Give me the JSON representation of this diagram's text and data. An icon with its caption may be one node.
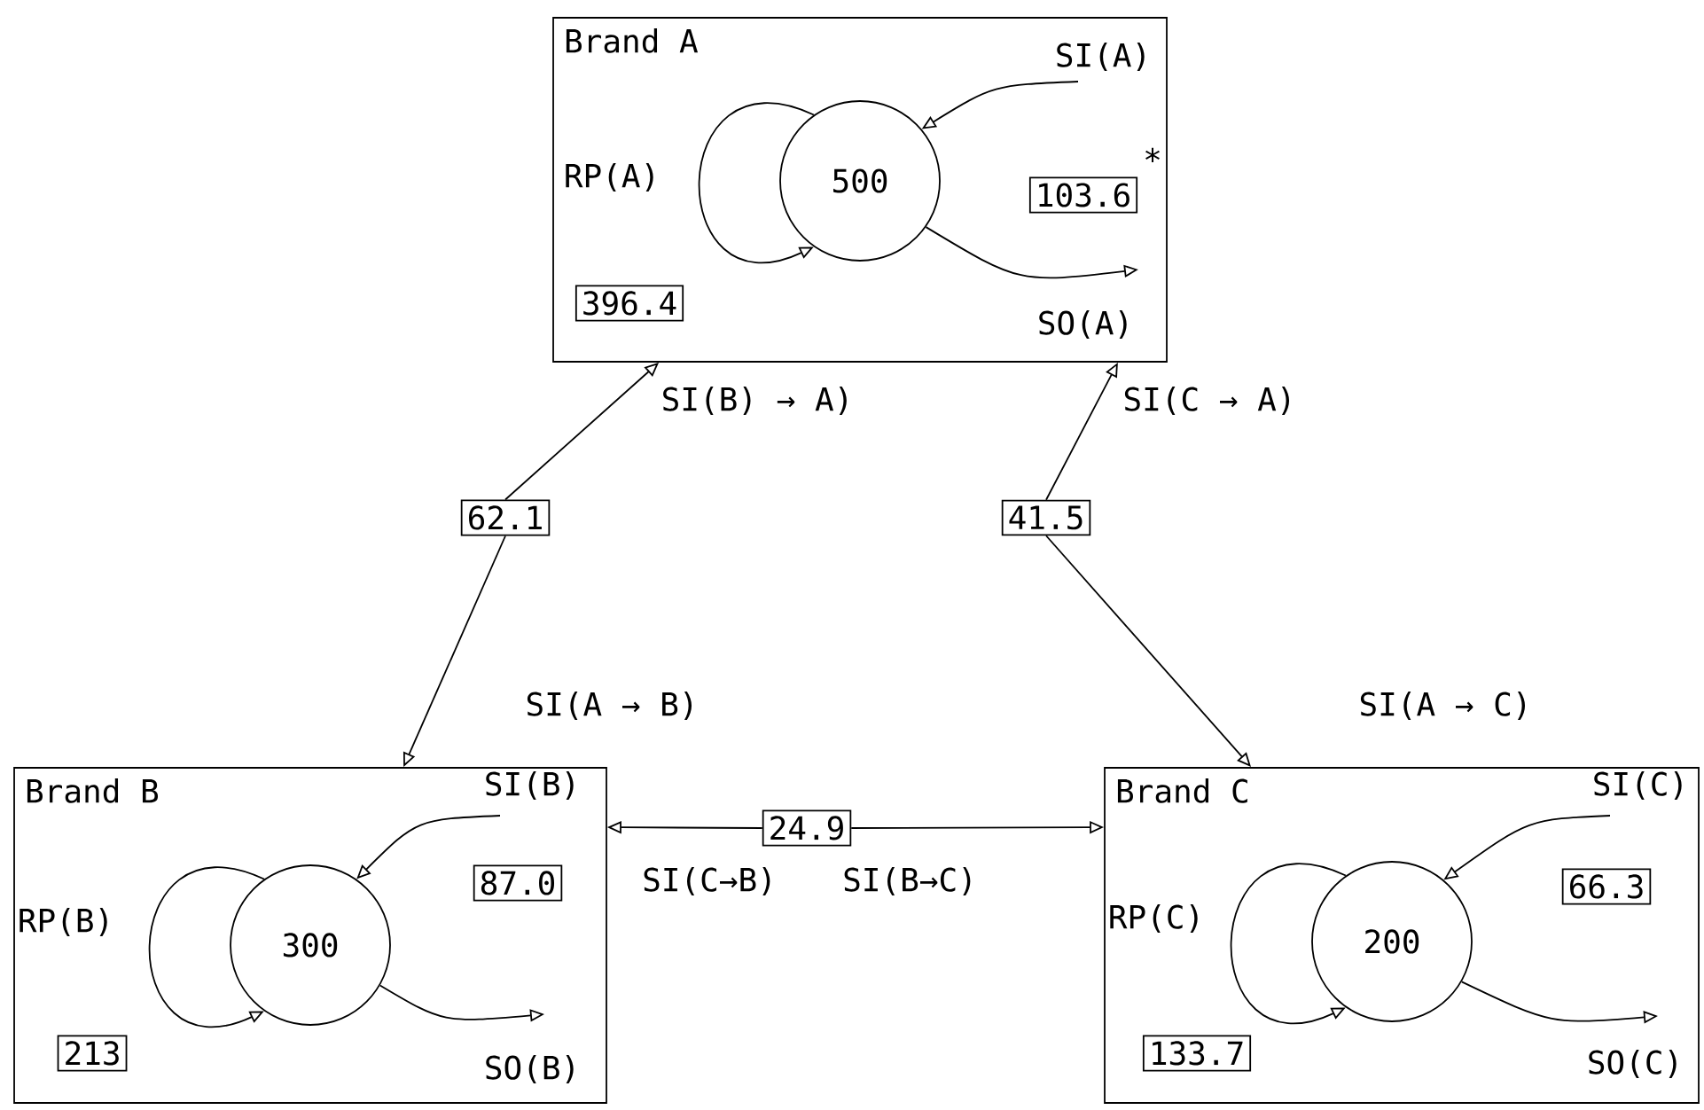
{
  "diagram": {
    "nodes": [
      {
        "text": [
          "Brand A"
        ]
      },
      {
        "text": [
          "500"
        ],
        "in": 0
      },
      {
        "text": [
          "103.6"
        ],
        "in": 0,
        "beside": [
          "*"
        ]
      },
      {
        "text": [
          "396.4"
        ],
        "in": 0
      },
      {
        "text": [
          "62.1"
        ]
      },
      {
        "text": [
          "41.5"
        ]
      },
      {
        "text": [
          "Brand B"
        ]
      },
      {
        "text": [
          "300"
        ],
        "in": 6
      },
      {
        "text": [
          "87.0"
        ],
        "in": 6
      },
      {
        "text": [
          "213"
        ],
        "in": 6
      },
      {
        "text": [
          "24.9"
        ]
      },
      {
        "text": [
          "Brand C"
        ]
      },
      {
        "text": [
          "200"
        ],
        "in": 11
      },
      {
        "text": [
          "66.3"
        ],
        "in": 11
      },
      {
        "text": [
          "133.7"
        ],
        "in": 11
      }
    ],
    "edges": [
      {
        "from": null,
        "to": 1,
        "arrow": "to",
        "label": "SI(A)"
      },
      {
        "from": 1,
        "to": null,
        "arrow": "to",
        "label": "SO(A)"
      },
      {
        "from": 1,
        "to": 1,
        "arrow": "to",
        "label": "RP(A)"
      },
      {
        "from": null,
        "to": 7,
        "arrow": "to",
        "label": "SI(B)"
      },
      {
        "from": 7,
        "to": null,
        "arrow": "to",
        "label": "SO(B)"
      },
      {
        "from": 7,
        "to": 7,
        "arrow": "to",
        "label": "RP(B)"
      },
      {
        "from": null,
        "to": 12,
        "arrow": "to",
        "label": "SI(C)"
      },
      {
        "from": 12,
        "to": null,
        "arrow": "to",
        "label": "SO(C)"
      },
      {
        "from": 12,
        "to": 12,
        "arrow": "to",
        "label": "RP(C)"
      },
      {
        "from": 4,
        "to": 0,
        "arrow": "to",
        "label": "SI(B) → A)"
      },
      {
        "from": 4,
        "to": 6,
        "arrow": "to",
        "label": "SI(A → B)"
      },
      {
        "from": 5,
        "to": 0,
        "arrow": "to",
        "label": "SI(C → A)"
      },
      {
        "from": 5,
        "to": 11,
        "arrow": "to",
        "label": "SI(A → C)"
      },
      {
        "from": 10,
        "to": 6,
        "arrow": "to",
        "label": "SI(C→B)"
      },
      {
        "from": 10,
        "to": 11,
        "arrow": "to",
        "label": "SI(B→C)"
      }
    ]
  }
}
